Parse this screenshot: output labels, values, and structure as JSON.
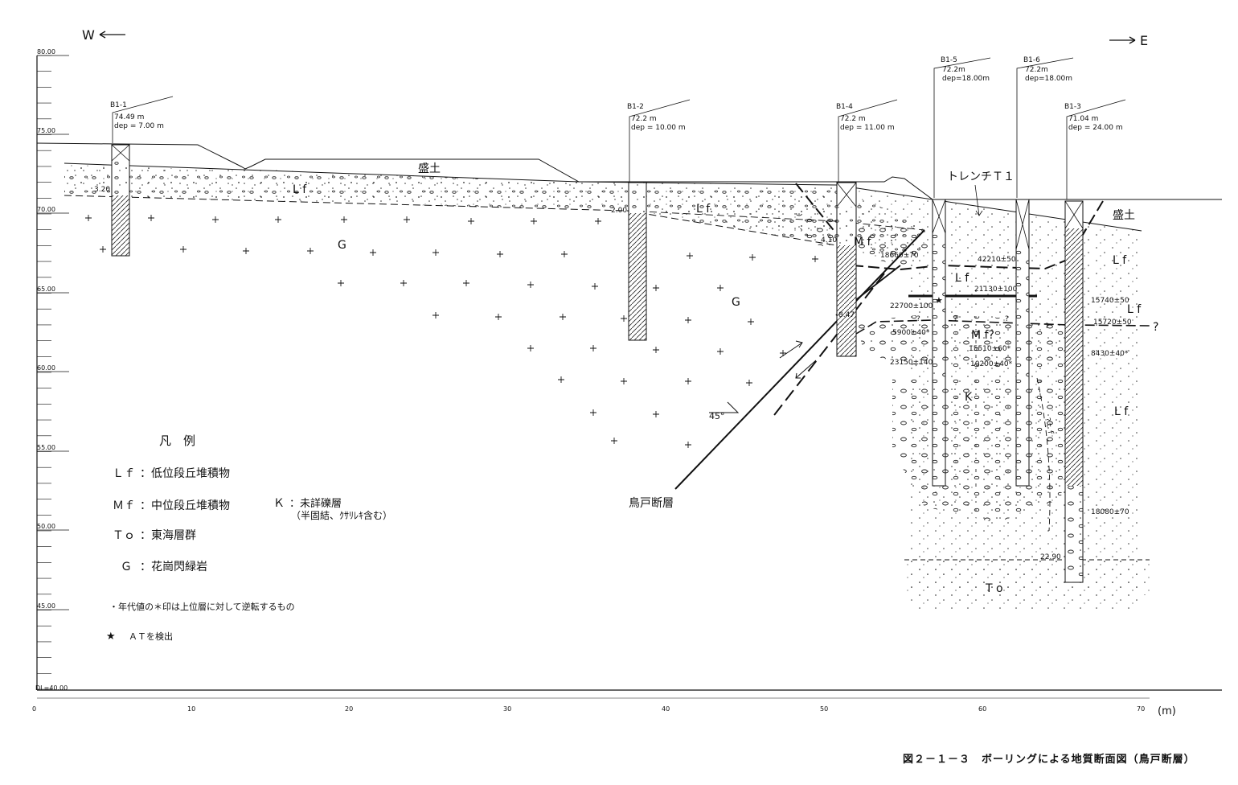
{
  "orientation": {
    "west": "W",
    "east": "E"
  },
  "elevation_ticks": [
    "80.00",
    "75.00",
    "70.00",
    "65.00",
    "60.00",
    "55.00",
    "50.00",
    "45.00",
    "DL=40.00"
  ],
  "distance_ticks": [
    "0",
    "10",
    "20",
    "30",
    "40",
    "50",
    "60",
    "70"
  ],
  "distance_unit": "(m)",
  "boreholes": [
    {
      "name": "B1-1",
      "elev": "74.49 m",
      "depth": "dep = 7.00 m"
    },
    {
      "name": "B1-2",
      "elev": "72.2 m",
      "depth": "dep = 10.00 m"
    },
    {
      "name": "B1-4",
      "elev": "72.2 m",
      "depth": "dep = 11.00 m"
    },
    {
      "name": "B1-5",
      "elev": "72.2m",
      "depth": "dep=18.00m"
    },
    {
      "name": "B1-6",
      "elev": "72.2m",
      "depth": "dep=18.00m"
    },
    {
      "name": "B1-3",
      "elev": "71.04 m",
      "depth": "dep = 24.00 m"
    }
  ],
  "depth_marks": [
    "3.20",
    "2.00",
    "4.10",
    "8.47",
    "22.90"
  ],
  "unit_labels": {
    "fill1": "盛土",
    "fill2": "盛土",
    "lf1": "L f",
    "lf2": "L f",
    "lf3": "L f",
    "lf4": "L f",
    "lf5": "L f",
    "lf6": "L f",
    "mf1": "M f",
    "mf2": "M f?",
    "g1": "G",
    "g2": "G",
    "k": "K",
    "to": "T o",
    "tf": "?ｔｆ",
    "trench": "トレンチＴ１",
    "fault": "鳥戸断層",
    "angle": "45°"
  },
  "ages": [
    "18660±70",
    "42210±50",
    "21130±100",
    "22700±100",
    "15740±50",
    "15720±50",
    "5900±40*",
    "15510±60*",
    "8430±40*",
    "10200±40*",
    "23150±140",
    "18080±70"
  ],
  "question_marks": [
    "?",
    "?",
    "?",
    "?",
    "?"
  ],
  "legend": {
    "title": "凡　例",
    "items": [
      {
        "code": "Ｌｆ",
        "desc": "：低位段丘堆積物"
      },
      {
        "code": "Ｍｆ",
        "desc": "：中位段丘堆積物"
      },
      {
        "code": "Ｔｏ",
        "desc": "：東海層群"
      },
      {
        "code": "Ｇ",
        "desc": "：花崗閃緑岩"
      }
    ],
    "k_code": "Ｋ",
    "k_desc": "：未詳礫層",
    "k_note": "（半固結、ｸｻﾘﾚｷ含む）",
    "note1": "・年代値の＊印は上位層に対して逆転するもの",
    "note2_sym": "★",
    "note2": "ＡＴを検出"
  },
  "caption": "図２－１－３　ボーリングによる地質断面図（鳥戸断層）"
}
